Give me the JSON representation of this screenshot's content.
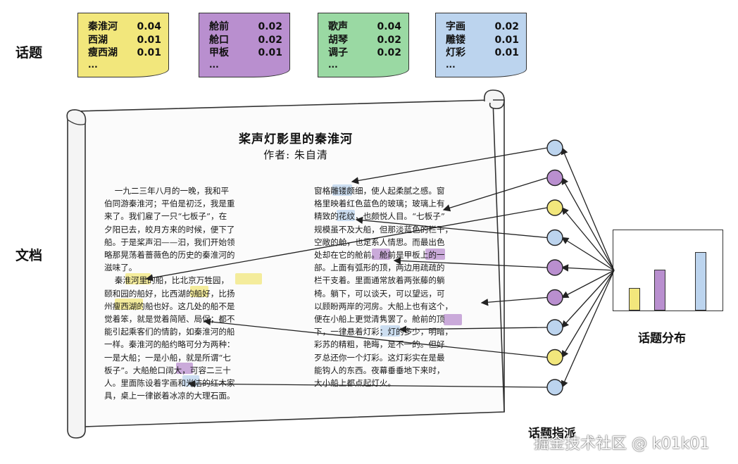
{
  "labels": {
    "topics": "话题",
    "document": "文档",
    "topic_distribution": "话题分布",
    "topic_assignment": "话题指派"
  },
  "topics": [
    {
      "color": "#f2e77c",
      "words": [
        {
          "w": "秦淮河",
          "p": "0.04"
        },
        {
          "w": "西湖",
          "p": "0.01"
        },
        {
          "w": "瘦西湖",
          "p": "0.01"
        }
      ],
      "more": "..."
    },
    {
      "color": "#b98fcf",
      "words": [
        {
          "w": "舱前",
          "p": "0.02"
        },
        {
          "w": "舱口",
          "p": "0.02"
        },
        {
          "w": "甲板",
          "p": "0.01"
        }
      ],
      "more": "..."
    },
    {
      "color": "#9ad9a3",
      "words": [
        {
          "w": "歌声",
          "p": "0.04"
        },
        {
          "w": "胡琴",
          "p": "0.02"
        },
        {
          "w": "调子",
          "p": "0.02"
        }
      ],
      "more": "..."
    },
    {
      "color": "#bcd4ee",
      "words": [
        {
          "w": "字画",
          "p": "0.02"
        },
        {
          "w": "雕镂",
          "p": "0.01"
        },
        {
          "w": "灯彩",
          "p": "0.01"
        }
      ],
      "more": "..."
    }
  ],
  "document": {
    "title": "桨声灯影里的秦淮河",
    "author": "作者: 朱自清",
    "left_column": "    一九二三年八月的一晚，我和平\n伯同游秦淮河；平伯是初泛，我是重\n来了。我们雇了一只“七板子”，在\n夕阳已去，皎月方来的时候，便下了\n船。于是桨声汩——汩，我们开始领\n略那晃荡着蔷薇色的历史的秦淮河的\n滋味了。\n    秦淮河里的船，比北京万牲园，\n颐和园的船好，比西湖的船好，比扬\n州瘦西湖的船也好。这几处的船不是\n觉着笨，就是觉着简陋、局促；都不\n能引起乘客们的情韵，如秦淮河的船\n一样。秦淮河的船约略可分为两种：\n一是大船；一是小船，就是所谓“七\n板子”。大船舱口阔大，可容二三十\n人。里面陈设着字画和光洁的红木家\n具，桌上一律嵌着冰凉的大理石面。",
    "right_column": "窗格雕镂颇细，使人起柔腻之感。窗\n格里映着红色蓝色的玻璃；玻璃上有\n精致的花纹，也颇悦人目。“七板子”\n规模虽不及大船，但那淡蓝色的栏干，\n空敞的舱，也足系人情思。而最出色\n处却在它的舱前。舱前是甲板上的一\n部。上面有弧形的顶，两边用疏疏的\n栏干支着。里面通常放着两张藤的躺\n椅。躺下，可以谈天，可以望远，可\n以顾盼两岸的河房。大船上也有这个，\n便在小船上更觉清隽罢了。舱前的顶\n下，一律悬着灯彩；灯的多少，明暗，\n彩苏的精粗，艳晦，是不一的。但好\n歹总还你一个灯彩。这灯彩实在是最\n能钩人的东西。夜幕垂垂地下来时，\n大小船上都点起灯火。"
  },
  "assignments": [
    {
      "color": "#bcd4ee"
    },
    {
      "color": "#b98fcf"
    },
    {
      "color": "#f2e77c"
    },
    {
      "color": "#bcd4ee"
    },
    {
      "color": "#b98fcf"
    },
    {
      "color": "#b98fcf"
    },
    {
      "color": "#bcd4ee"
    },
    {
      "color": "#f2e77c"
    },
    {
      "color": "#bcd4ee"
    }
  ],
  "distribution": [
    {
      "color": "#f2e77c",
      "value": 0.32
    },
    {
      "color": "#b98fcf",
      "value": 0.58
    },
    {
      "color": "#bcd4ee",
      "value": 0.83
    }
  ],
  "watermark": "掘金技术社区 @ k01k01"
}
